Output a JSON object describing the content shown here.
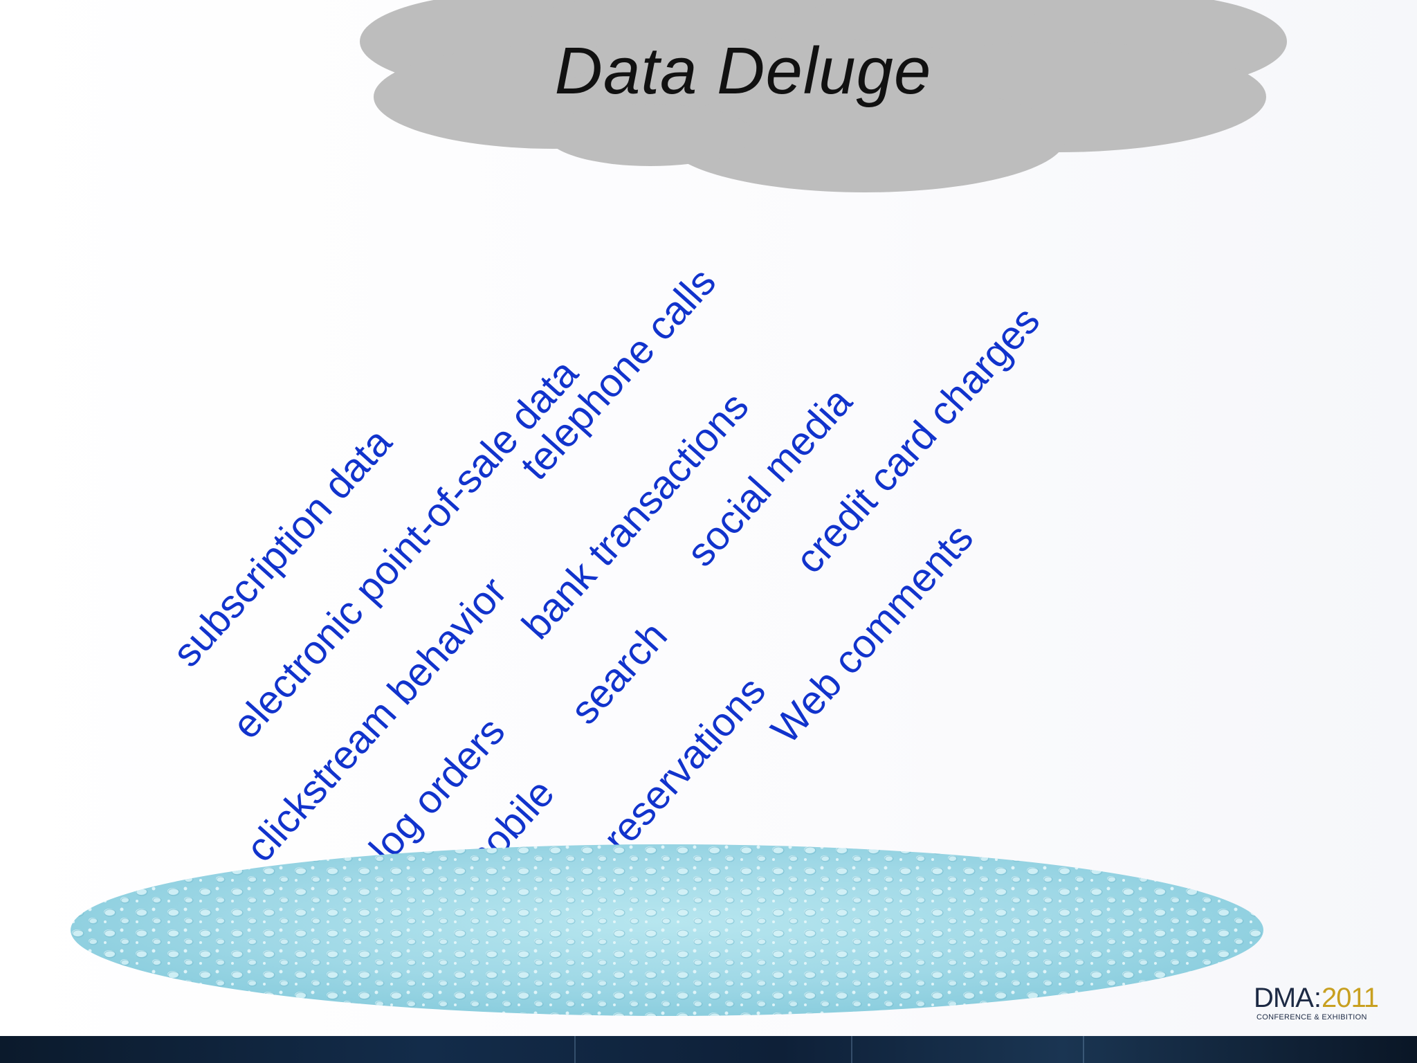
{
  "slide": {
    "title": "Data Deluge",
    "drops": [
      "subscription data",
      "electronic point-of-sale data",
      "clickstream behavior",
      "catalog orders",
      "telephone calls",
      "bank transactions",
      "search",
      "mobile",
      "social media",
      "airline reservations",
      "credit card charges",
      "Web comments"
    ]
  },
  "logo": {
    "brand": "DMA",
    "separator": ":",
    "year": "2011",
    "subtitle": "CONFERENCE & EXHIBITION"
  },
  "colors": {
    "cloud": "#bdbdbd",
    "drop_text": "#1133cc",
    "pool": "#9fd8e6",
    "footer": "#132c4a",
    "logo_year": "#c8a020"
  }
}
